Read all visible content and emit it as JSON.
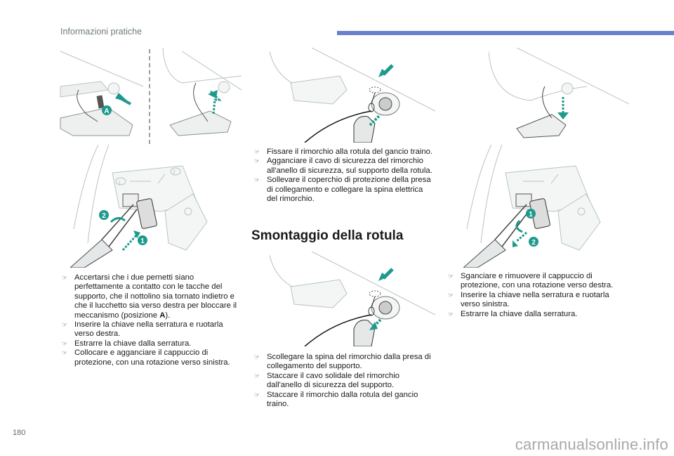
{
  "header": {
    "title": "Informazioni pratiche",
    "accent_color": "#6a80cc"
  },
  "theme": {
    "illustration_accent": "#1e9a8c",
    "line_color": "#b9c2c2"
  },
  "illustrations": {
    "lock_position_label": "A",
    "key_step_1": "1",
    "key_step_2": "2",
    "key_release_step_1": "1",
    "key_release_step_2": "2",
    "panel_symbol_1": "1",
    "panel_symbol_2": "2"
  },
  "column_left": {
    "bullets": [
      {
        "icon": "pointing-hand-icon",
        "text": "Accertarsi che i due pernetti siano perfettamente a contatto con le tacche del supporto, che il nottolino sia tornato indietro e che il lucchetto sia verso destra per bloccare il meccanismo (posizione ",
        "bold": "A",
        "suffix": ")."
      },
      {
        "icon": "pointing-hand-icon",
        "text": "Inserire la chiave nella serratura e ruotarla verso destra."
      },
      {
        "icon": "pointing-hand-icon",
        "text": "Estrarre la chiave dalla serratura."
      },
      {
        "icon": "pointing-hand-icon",
        "text": "Collocare e agganciare il cappuccio di protezione, con una rotazione verso sinistra."
      }
    ]
  },
  "column_middle": {
    "bullets_top": [
      {
        "icon": "pointing-hand-icon",
        "text": "Fissare il rimorchio alla rotula del gancio traino."
      },
      {
        "icon": "pointing-hand-icon",
        "text": "Agganciare il cavo di sicurezza del rimorchio all'anello di sicurezza, sul supporto della rotula."
      },
      {
        "icon": "pointing-hand-icon",
        "text": "Sollevare il coperchio di protezione della presa di collegamento e collegare la spina elettrica del rimorchio."
      }
    ],
    "section_title": "Smontaggio della rotula",
    "bullets_bottom": [
      {
        "icon": "pointing-hand-icon",
        "text": "Scollegare la spina del rimorchio dalla presa di collegamento del supporto."
      },
      {
        "icon": "pointing-hand-icon",
        "text": "Staccare il cavo solidale del rimorchio dall'anello di sicurezza del supporto."
      },
      {
        "icon": "pointing-hand-icon",
        "text": "Staccare il rimorchio dalla rotula del gancio traino."
      }
    ]
  },
  "column_right": {
    "bullets": [
      {
        "icon": "pointing-hand-icon",
        "text": "Sganciare e rimuovere il cappuccio di protezione, con una rotazione verso destra."
      },
      {
        "icon": "pointing-hand-icon",
        "text": "Inserire la chiave nella serratura e ruotarla verso sinistra."
      },
      {
        "icon": "pointing-hand-icon",
        "text": "Estrarre la chiave dalla serratura."
      }
    ]
  },
  "footer": {
    "page_number": "180",
    "watermark": "carmanualsonline.info"
  }
}
